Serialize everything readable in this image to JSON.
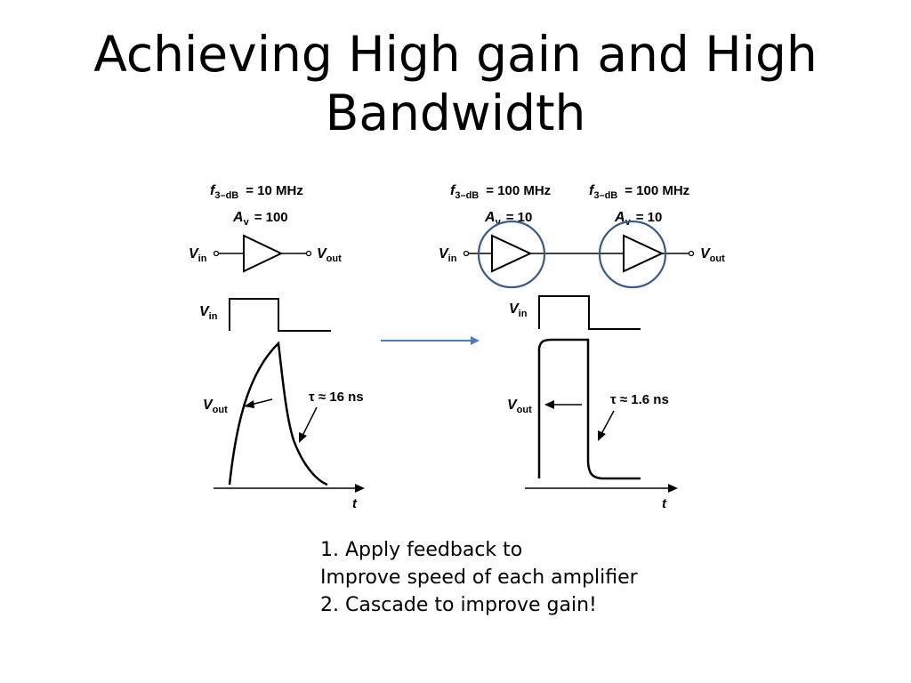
{
  "title": {
    "line1": "Achieving High gain and High",
    "line2": "Bandwidth"
  },
  "left_circuit": {
    "f3db_sym": "f",
    "f3db_sub": "3–dB",
    "f3db_value": "= 10 MHz",
    "av_sym": "A",
    "av_sub": "v",
    "av_value": "= 100",
    "vin_sym": "V",
    "vin_sub": "in",
    "vout_sym": "V",
    "vout_sub": "out"
  },
  "right_circuit": {
    "stage1_f3db_sym": "f",
    "stage1_f3db_sub": "3–dB",
    "stage1_f3db_value": "= 100 MHz",
    "stage2_f3db_sym": "f",
    "stage2_f3db_sub": "3–dB",
    "stage2_f3db_value": "= 100 MHz",
    "stage1_av_sym": "A",
    "stage1_av_sub": "v",
    "stage1_av_value": "= 10",
    "stage2_av_sym": "A",
    "stage2_av_sub": "v",
    "stage2_av_value": "= 10",
    "vin_sym": "V",
    "vin_sub": "in",
    "vout_sym": "V",
    "vout_sub": "out"
  },
  "left_waveform": {
    "vin_sym": "V",
    "vin_sub": "in",
    "vout_sym": "V",
    "vout_sub": "out",
    "tau_label": "τ ≈ 16 ns",
    "t_label": "t"
  },
  "right_waveform": {
    "vin_sym": "V",
    "vin_sub": "in",
    "vout_sym": "V",
    "vout_sub": "out",
    "tau_label": "τ ≈ 1.6 ns",
    "t_label": "t"
  },
  "notes": {
    "line1": "1.  Apply feedback to",
    "line2": "Improve speed of each amplifier",
    "line3": "2.  Cascade to improve gain!"
  },
  "colors": {
    "highlight_circle": "#3b5a85",
    "arrow": "#4a7cc4"
  }
}
